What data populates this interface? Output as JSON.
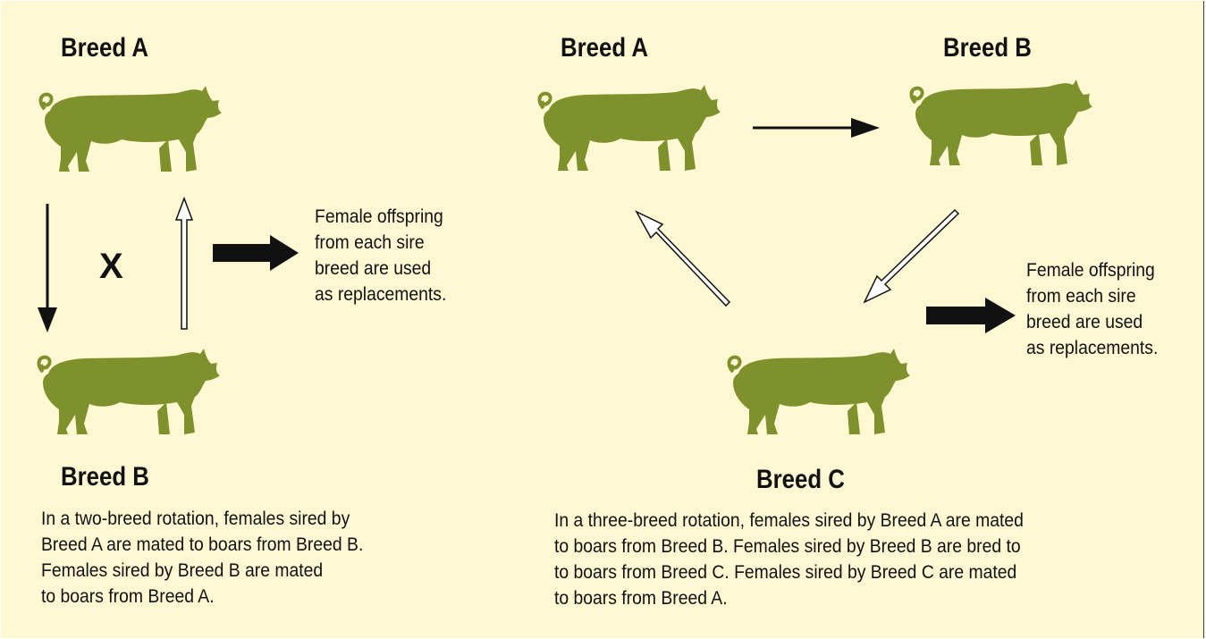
{
  "colors": {
    "background": "#fff8d2",
    "pig": "#7f912c",
    "text": "#111111"
  },
  "two_breed": {
    "top_label": "Breed A",
    "bottom_label": "Breed B",
    "cross_symbol": "X",
    "outcome_lines": [
      "Female offspring",
      "from each sire",
      "breed are used",
      "as replacements."
    ],
    "caption_lines": [
      "In a two-breed rotation, females sired by",
      "Breed A are mated to boars from Breed B.",
      "Females sired by Breed B are mated",
      "to boars from Breed A."
    ]
  },
  "three_breed": {
    "label_a": "Breed A",
    "label_b": "Breed B",
    "label_c": "Breed C",
    "outcome_lines": [
      "Female offspring",
      "from each sire",
      "breed are used",
      "as replacements."
    ],
    "caption_lines": [
      "In a three-breed rotation, females sired by Breed A are mated",
      "to boars from Breed B. Females sired by Breed B are bred to",
      "to boars from Breed C. Females sired by Breed C are mated",
      "to boars from Breed A."
    ]
  }
}
